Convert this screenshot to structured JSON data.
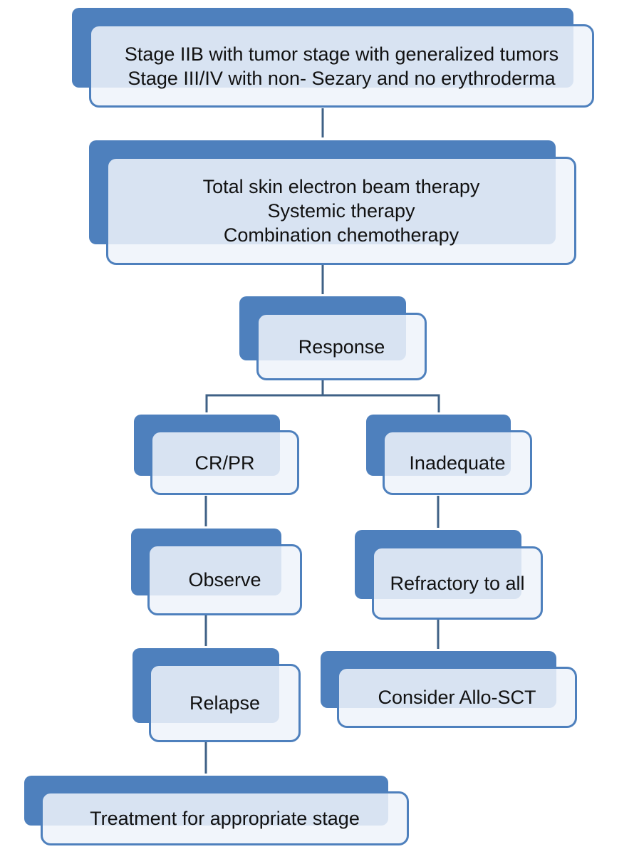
{
  "diagram": {
    "colors": {
      "shadow": "#4e80bd",
      "box_fill": "#eff3fa",
      "box_border": "#4e80bd",
      "connector": "#3f6186",
      "text": "#111111"
    },
    "nodes": {
      "start": {
        "lines": [
          "Stage IIB with tumor stage with generalized tumors",
          "Stage III/IV with non- Sezary and no erythroderma"
        ]
      },
      "therapy": {
        "lines": [
          "Total skin electron beam therapy",
          "Systemic therapy",
          "Combination chemotherapy"
        ]
      },
      "response": {
        "lines": [
          "Response"
        ]
      },
      "cr_pr": {
        "lines": [
          "CR/PR"
        ]
      },
      "inadequate": {
        "lines": [
          "Inadequate"
        ]
      },
      "observe": {
        "lines": [
          "Observe"
        ]
      },
      "refractory": {
        "lines": [
          "Refractory to all"
        ]
      },
      "relapse": {
        "lines": [
          "Relapse"
        ]
      },
      "allo_sct": {
        "lines": [
          "Consider Allo-SCT"
        ]
      },
      "treatment": {
        "lines": [
          "Treatment for appropriate stage"
        ]
      }
    },
    "edges": [
      {
        "from": "start",
        "to": "therapy"
      },
      {
        "from": "therapy",
        "to": "response"
      },
      {
        "from": "response",
        "to": "cr_pr"
      },
      {
        "from": "response",
        "to": "inadequate"
      },
      {
        "from": "cr_pr",
        "to": "observe"
      },
      {
        "from": "observe",
        "to": "relapse"
      },
      {
        "from": "relapse",
        "to": "treatment"
      },
      {
        "from": "inadequate",
        "to": "refractory"
      },
      {
        "from": "refractory",
        "to": "allo_sct"
      }
    ]
  }
}
